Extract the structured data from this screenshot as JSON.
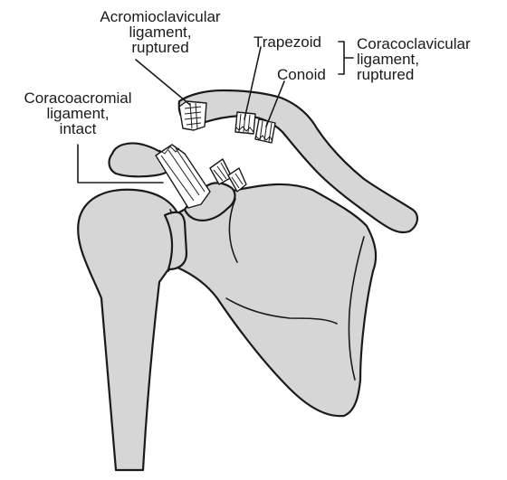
{
  "labels": {
    "acromioclavicular": [
      "Acromioclavicular",
      "ligament,",
      "ruptured"
    ],
    "trapezoid": "Trapezoid",
    "conoid": "Conoid",
    "coracoclavicular": [
      "Coracoclavicular",
      "ligament,",
      "ruptured"
    ],
    "coracoacromial": [
      "Coracoacromial",
      "ligament,",
      "intact"
    ]
  },
  "colors": {
    "bone_fill": "#d6d6d6",
    "outline": "#1a1a1a",
    "ligament_fill": "#ffffff",
    "background": "#ffffff"
  }
}
